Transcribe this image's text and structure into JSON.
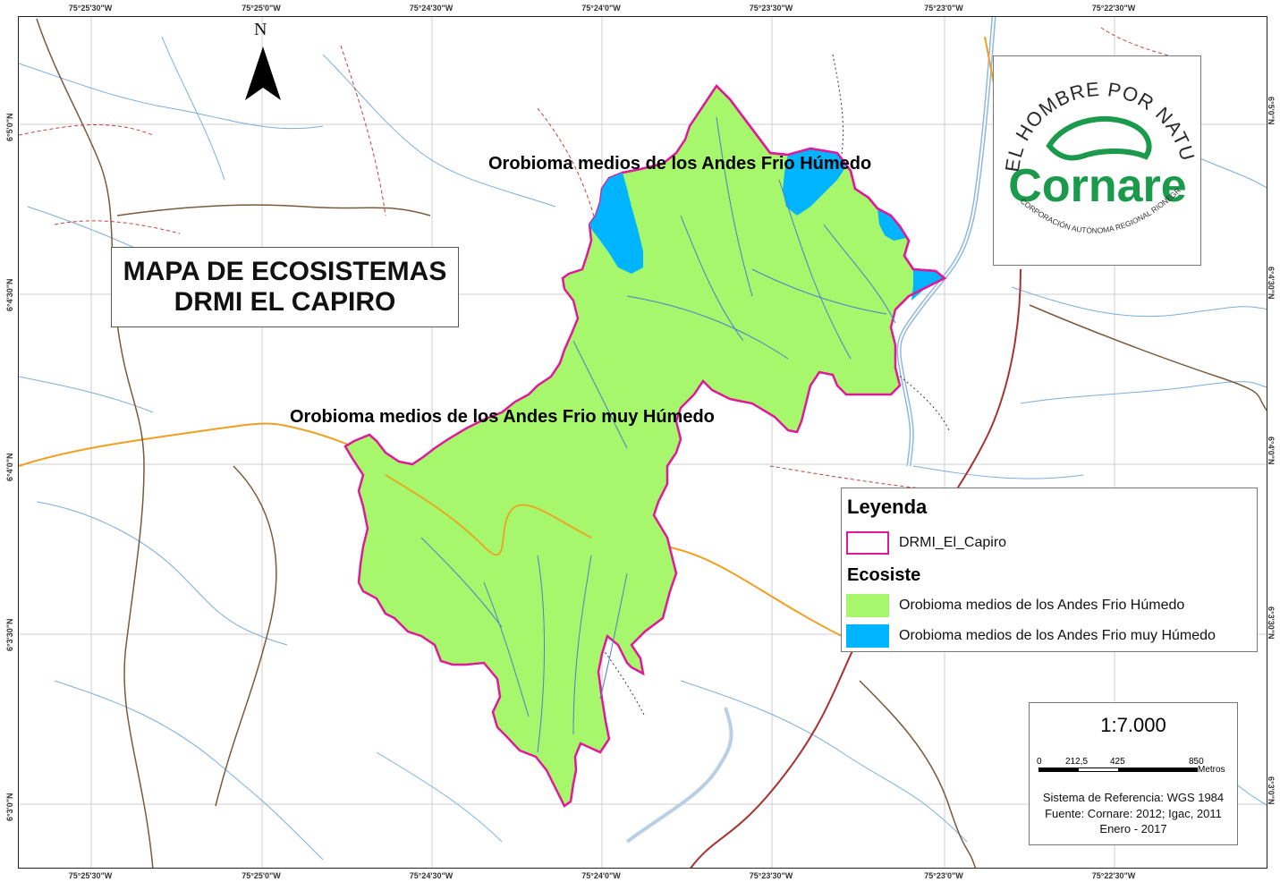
{
  "map": {
    "title_line1": "MAPA DE ECOSISTEMAS",
    "title_line2": "DRMI EL CAPIRO",
    "north_label": "N",
    "eco_label_humid": "Orobioma medios de los Andes Frio Húmedo",
    "eco_label_very_humid": "Orobioma medios de los Andes Frio muy Húmedo"
  },
  "coords": {
    "top": [
      "75°25'30\"W",
      "75°25'0\"W",
      "75°24'30\"W",
      "75°24'0\"W",
      "75°23'30\"W",
      "75°23'0\"W",
      "75°22'30\"W"
    ],
    "bottom": [
      "75°25'30\"W",
      "75°25'0\"W",
      "75°24'30\"W",
      "75°24'0\"W",
      "75°23'30\"W",
      "75°23'0\"W",
      "75°22'30\"W"
    ],
    "left": [
      "6°5'0\"N",
      "6°4'30\"N",
      "6°4'0\"N",
      "6°3'30\"N",
      "6°3'0\"N"
    ],
    "right": [
      "6°5'0\"N",
      "6°4'30\"N",
      "6°4'0\"N",
      "6°3'30\"N",
      "6°3'0\"N"
    ]
  },
  "logo": {
    "arc_text": "EL HOMBRE POR NATURALEZA",
    "name": "Cornare",
    "subtitle": "CORPORACIÓN AUTÓNOMA REGIONAL RIONEGRO - NARE"
  },
  "legend": {
    "title": "Leyenda",
    "boundary_label": "DRMI_El_Capiro",
    "section_title": "Ecosiste",
    "item_humid": "Orobioma medios de los Andes Frio Húmedo",
    "item_very_humid": "Orobioma medios de los Andes Frio muy Húmedo"
  },
  "scale": {
    "ratio": "1:7.000",
    "ticks": [
      "0",
      "212,5",
      "425",
      "850"
    ],
    "unit": "Metros",
    "reference": "Sistema de Referencia: WGS 1984",
    "source": "Fuente: Cornare: 2012; Igac, 2011",
    "date": "Enero - 2017"
  },
  "colors": {
    "humid": "#a6f76b",
    "very_humid": "#00b4ff",
    "boundary": "#e0189a",
    "river": "#6aa6d8",
    "road_red": "#a83232",
    "road_brown": "#7a5a3a",
    "road_orange": "#f0a020",
    "grid": "#c8c8c8",
    "logo_green": "#1a9a4a"
  }
}
